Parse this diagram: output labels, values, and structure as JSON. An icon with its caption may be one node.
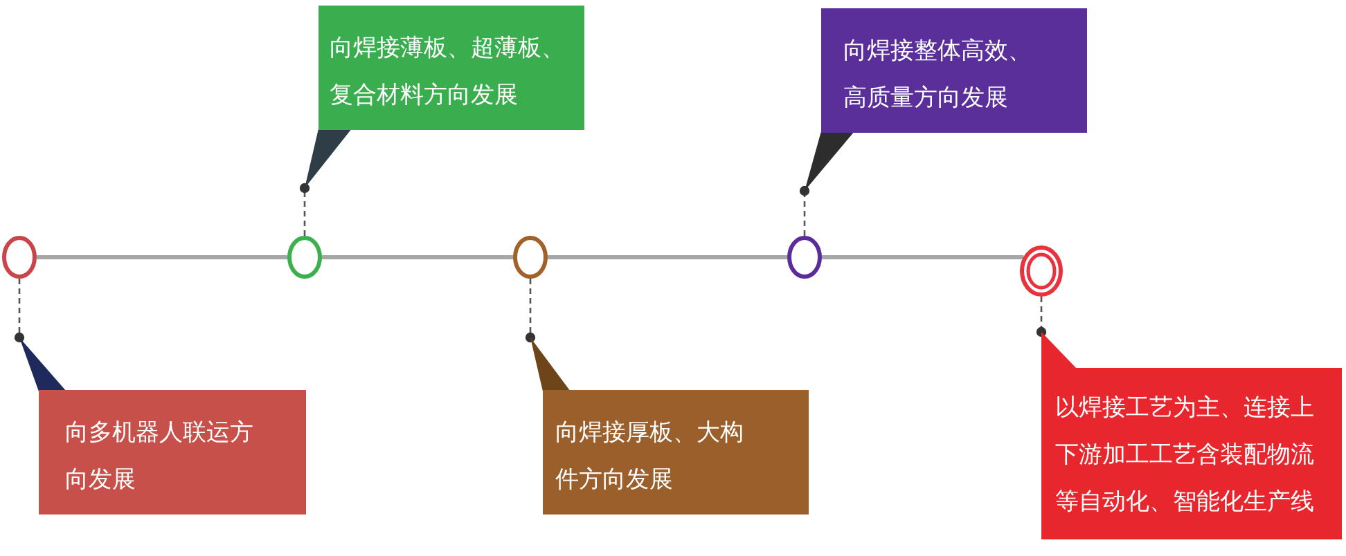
{
  "diagram": {
    "nodes": [
      {
        "text": [],
        "shape": "circle"
      },
      {
        "text": [],
        "shape": "circle"
      },
      {
        "text": [],
        "shape": "circle"
      },
      {
        "text": [],
        "shape": "circle"
      },
      {
        "text": [],
        "shape": "circle"
      },
      {
        "text": [
          "向多机器人联运方向发展"
        ]
      },
      {
        "text": [
          "向焊接薄板、超薄板、复合材料方向发展"
        ]
      },
      {
        "text": [
          "向焊接厚板、大构件方向发展"
        ]
      },
      {
        "text": [
          "向焊接整体高效、高质量方向发展"
        ]
      },
      {
        "text": [
          "以焊接工艺为主、连接上下游加工工艺含装配物流等自动化、智能化生产线"
        ]
      }
    ],
    "edges": [
      {
        "from": 0,
        "to": 1,
        "arrow": "none",
        "style": "thick",
        "color": "#a6a6a6"
      },
      {
        "from": 1,
        "to": 2,
        "arrow": "none",
        "style": "thick",
        "color": "#a6a6a6"
      },
      {
        "from": 2,
        "to": 3,
        "arrow": "none",
        "style": "thick",
        "color": "#a6a6a6"
      },
      {
        "from": 3,
        "to": 4,
        "arrow": "none",
        "style": "thick",
        "color": "#a6a6a6"
      },
      {
        "from": 0,
        "to": 5,
        "arrow": "other",
        "style": "dashed"
      },
      {
        "from": 1,
        "to": 6,
        "arrow": "other",
        "style": "dashed"
      },
      {
        "from": 2,
        "to": 7,
        "arrow": "other",
        "style": "dashed"
      },
      {
        "from": 3,
        "to": 8,
        "arrow": "other",
        "style": "dashed"
      },
      {
        "from": 4,
        "to": 9,
        "arrow": "other",
        "style": "dashed"
      }
    ]
  }
}
